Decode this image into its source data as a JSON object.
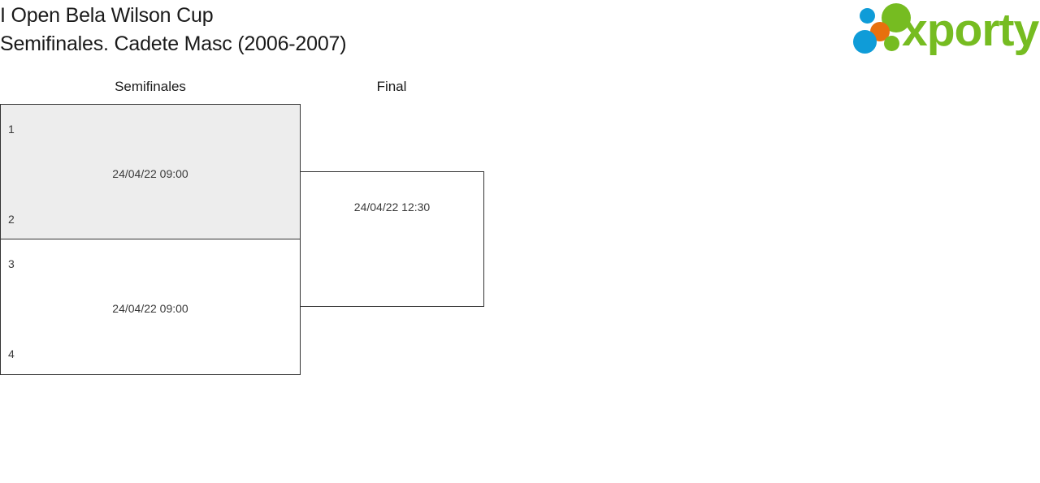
{
  "header": {
    "title_line_1": "I Open Bela Wilson Cup",
    "title_line_2": "Semifinales. Cadete Masc (2006-2007)",
    "logo": {
      "wordmark": "xporty",
      "dot_colors": {
        "blue": "#0f9cd8",
        "orange": "#e8700d",
        "green": "#76bc21"
      },
      "wordmark_color": "#76bc21"
    }
  },
  "bracket": {
    "colors": {
      "border": "#333333",
      "shaded_fill": "#ededed",
      "plain_fill": "#ffffff",
      "text": "#3a3a3a"
    },
    "rounds": [
      {
        "label": "Semifinales"
      },
      {
        "label": "Final"
      }
    ],
    "matches": {
      "semifinal_1": {
        "competitor_top": "1",
        "competitor_bottom": "2",
        "time": "24/04/22 09:00",
        "shaded": true
      },
      "semifinal_2": {
        "competitor_top": "3",
        "competitor_bottom": "4",
        "time": "24/04/22 09:00",
        "shaded": false
      },
      "final": {
        "competitor_top": "",
        "competitor_bottom": "",
        "time": "24/04/22 12:30",
        "shaded": false
      }
    }
  }
}
